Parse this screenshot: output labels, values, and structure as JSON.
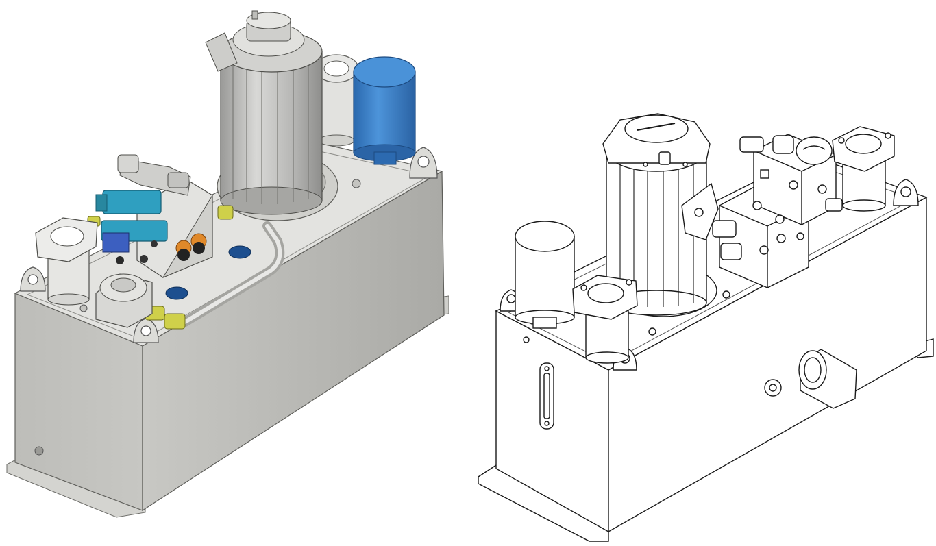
{
  "figure": {
    "views": [
      {
        "id": "shaded",
        "style": "shaded",
        "colors": {
          "tank": "#c9c9c6",
          "tank_side": "#b4b4b0",
          "filter": "#3d7fc4",
          "valve": "#2f9fc0",
          "fitting": "#cfd04a",
          "knob": "#e0892a",
          "cap": "#1d4f8f"
        }
      },
      {
        "id": "line",
        "style": "line-drawing",
        "colors": {
          "fill": "#ffffff",
          "stroke": "#1a1a1a"
        }
      }
    ]
  }
}
